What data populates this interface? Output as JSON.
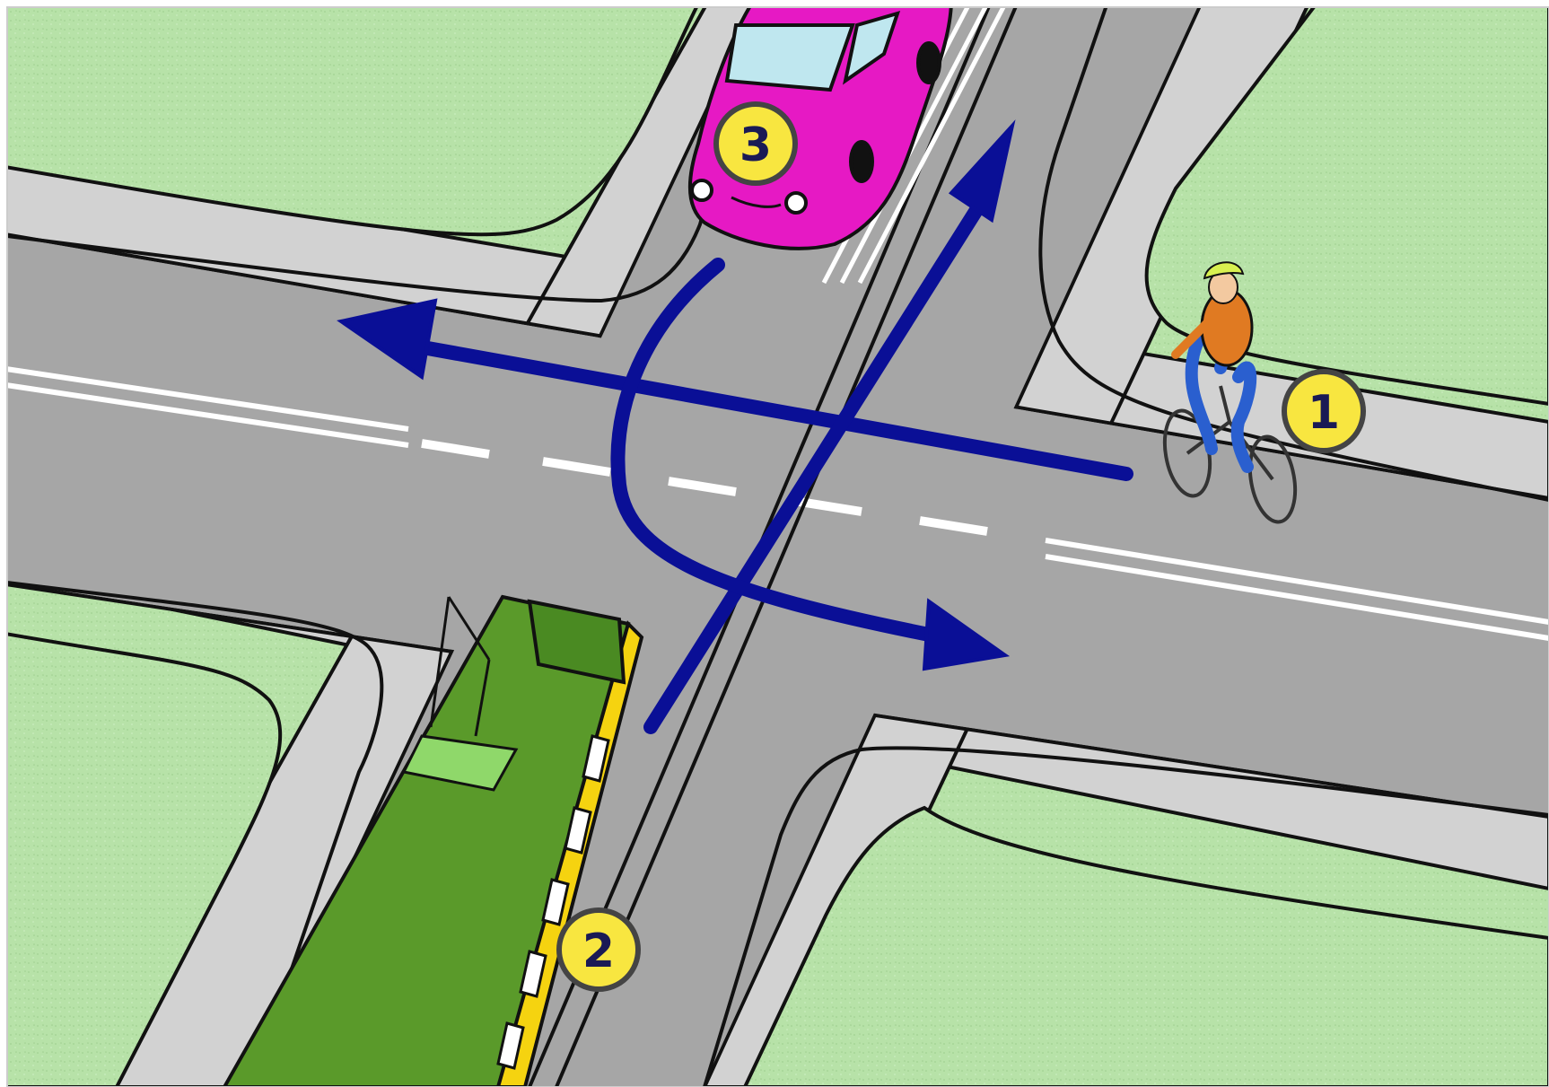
{
  "colors": {
    "grass": "#b7e2a8",
    "sidewalk": "#d2d2d2",
    "road": "#a6a6a6",
    "curb_line": "#111111",
    "lane_marking": "#ffffff",
    "arrow": "#0a0f96",
    "marker_fill": "#f8e640",
    "marker_text": "#1a1a55",
    "car_body": "#e619c4",
    "tram_roof": "#5a9a2a",
    "tram_side": "#f5d310",
    "cyclist_shirt": "#e07a22",
    "cyclist_pants": "#2a5fcf",
    "cyclist_helmet": "#d8f050"
  },
  "participants": [
    {
      "id": "cyclist",
      "marker": "1",
      "icon": "bicycle-icon"
    },
    {
      "id": "tram",
      "marker": "2",
      "icon": "tram-icon"
    },
    {
      "id": "car",
      "marker": "3",
      "icon": "car-icon"
    }
  ],
  "arrows": [
    {
      "from": "cyclist",
      "direction": "straight-left"
    },
    {
      "from": "tram",
      "direction": "straight-up"
    },
    {
      "from": "car",
      "direction": "turn-left"
    }
  ]
}
